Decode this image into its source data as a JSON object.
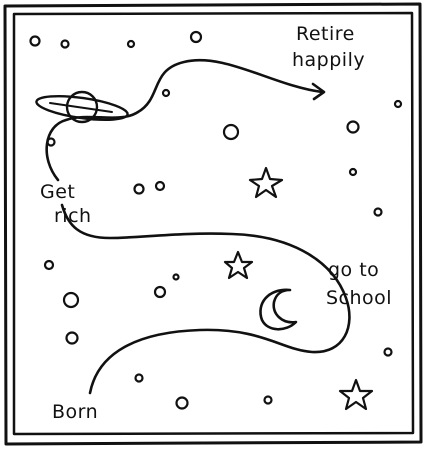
{
  "labels": {
    "retire_line1": "Retire",
    "retire_line2": "happily",
    "get_rich_line1": "Get",
    "get_rich_line2": "rich",
    "school_line1": "go to",
    "school_line2": "School",
    "born": "Born"
  },
  "colors": {
    "ink": "#111111",
    "paper": "#ffffff"
  },
  "icons": {
    "planet": "saturn-planet-icon",
    "moon": "crescent-moon-icon",
    "star": "star-icon"
  }
}
